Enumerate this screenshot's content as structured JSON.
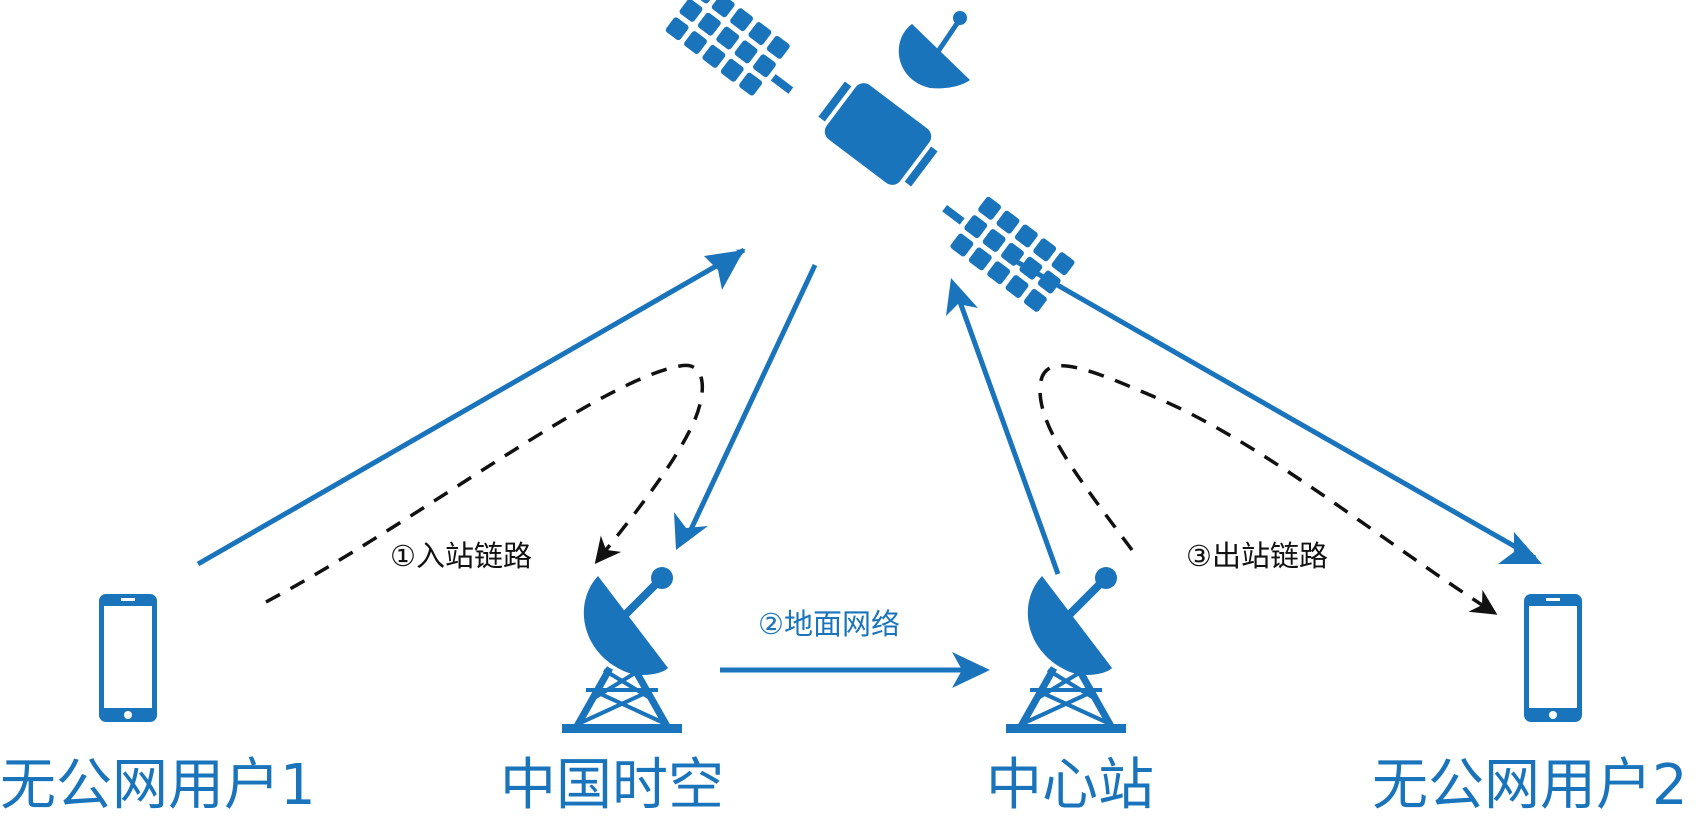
{
  "nodes": {
    "user1": "无公网用户1",
    "china_spacetime": "中国时空",
    "center_station": "中心站",
    "user2": "无公网用户2"
  },
  "links": {
    "inbound": "①入站链路",
    "ground_network": "②地面网络",
    "outbound": "③出站链路"
  },
  "icons": {
    "satellite": "satellite-icon",
    "phone": "smartphone-icon",
    "ground_station": "satellite-dish-tower-icon"
  },
  "colors": {
    "primary": "#1a74bc",
    "dashed": "#111111"
  }
}
